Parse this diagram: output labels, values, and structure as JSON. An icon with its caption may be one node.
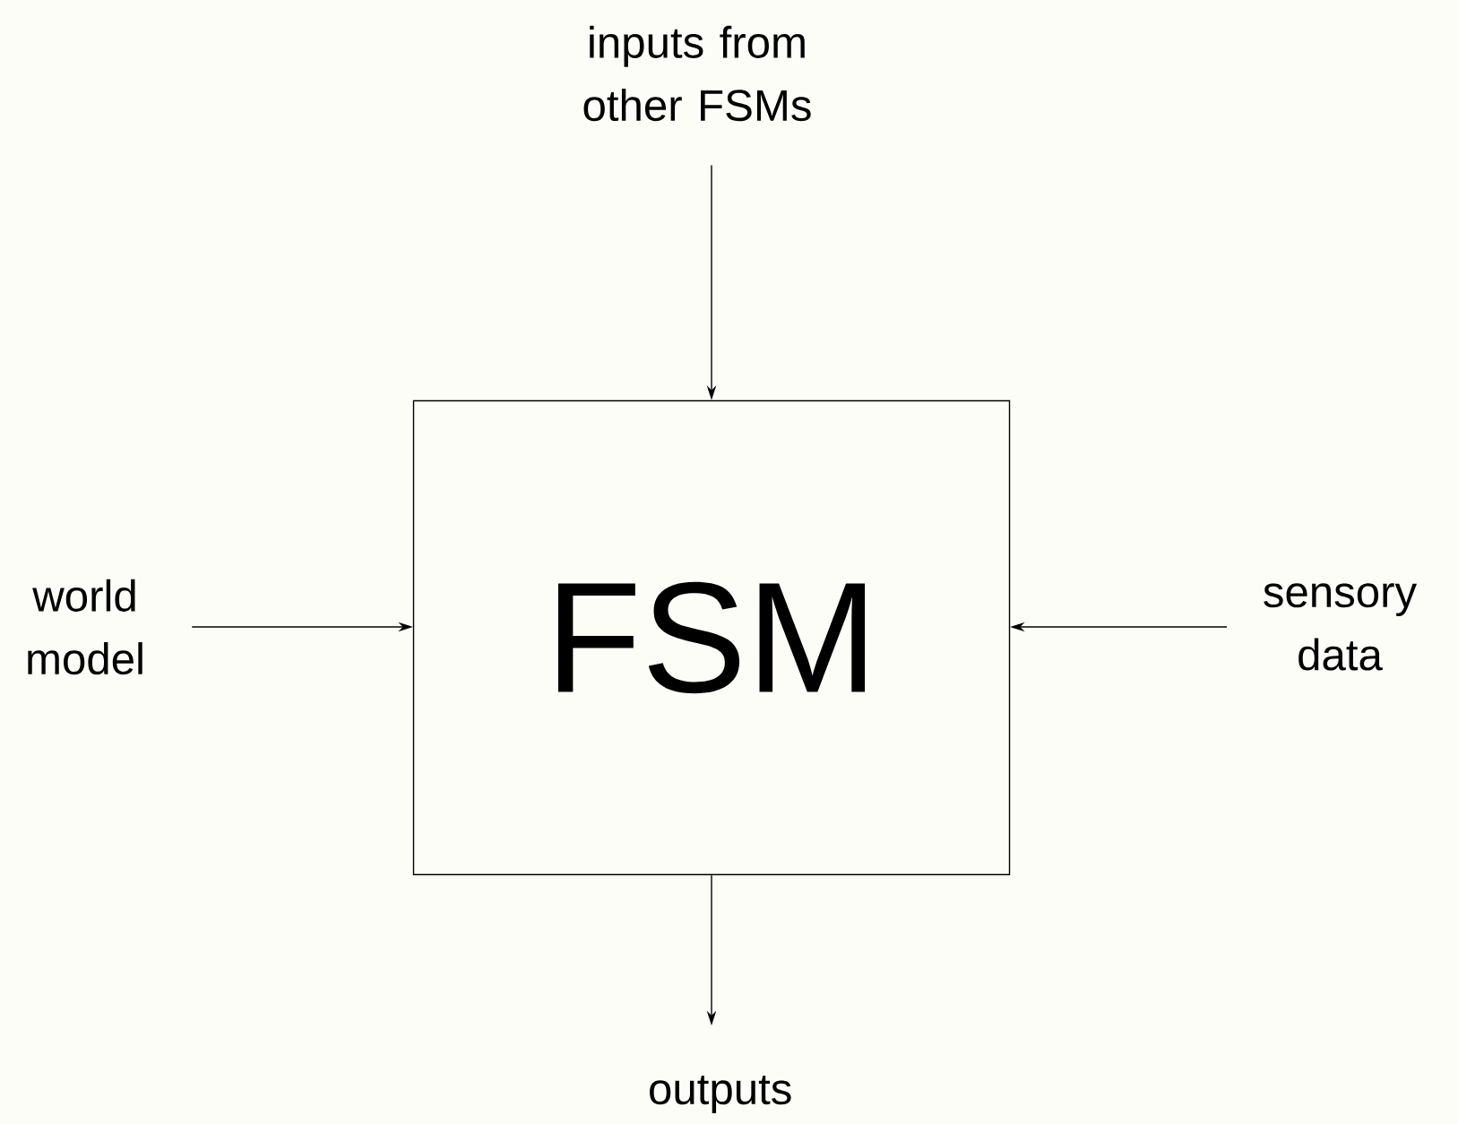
{
  "diagram": {
    "nodes": [
      {
        "text": [
          "FSM"
        ]
      },
      {
        "text": [
          "inputs from other FSMs"
        ]
      },
      {
        "text": [
          "world model"
        ]
      },
      {
        "text": [
          "sensory data"
        ]
      },
      {
        "text": [
          "outputs"
        ]
      }
    ],
    "edges": [
      {
        "from": 1,
        "to": 0,
        "arrow": "to"
      },
      {
        "from": 2,
        "to": 0,
        "arrow": "to"
      },
      {
        "from": 3,
        "to": 0,
        "arrow": "to"
      },
      {
        "from": 0,
        "to": 4,
        "arrow": "to"
      }
    ]
  }
}
